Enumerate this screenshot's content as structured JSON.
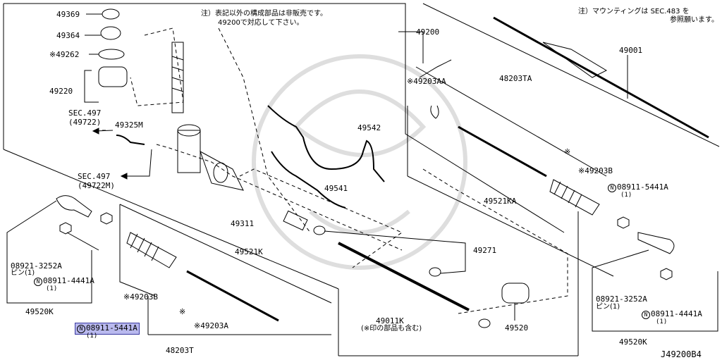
{
  "notes": {
    "note_left_1": "注）表記以外の構成部品は非販売です。",
    "note_left_2": "49200で対応して下さい。",
    "note_right_1": "注）マウンティングは SEC.483 を",
    "note_right_2": "参照願います。"
  },
  "labels": {
    "p49369": "49369",
    "p49364": "49364",
    "p49262": "※49262",
    "p49220": "49220",
    "sec497a": "SEC.497",
    "sec497a_sub": "(49722)",
    "p49325m": "49325M",
    "sec497b": "SEC.497",
    "sec497b_sub": "(49722M)",
    "p49200": "49200",
    "p49541": "49541",
    "p49542": "49542",
    "p49311": "49311",
    "p49521k": "49521K",
    "p49271": "49271",
    "p49011k": "49011K",
    "p49011k_sub": "(※印の部品も含む)",
    "p49520": "49520",
    "p49203b_l": "※49203B",
    "star_l": "※",
    "p49203a_l": "※49203A",
    "p48203t": "48203T",
    "p08921_l": "08921-3252A",
    "pin_l": "ピン(1)",
    "p08911_4441_l": "08911-4441A",
    "qty_4441_l": "(1)",
    "p49520k_l": "49520K",
    "p08911_5441_l": "08911-5441A",
    "qty_5441_l": "(1)",
    "p49001": "49001",
    "p49203aa": "※49203AA",
    "p48203ta": "48203TA",
    "star_r": "※",
    "p49203b_r": "※49203B",
    "p08911_5441_r": "08911-5441A",
    "qty_5441_r": "(1)",
    "p49521ka": "49521KA",
    "p08921_r": "08921-3252A",
    "pin_r": "ピン(1)",
    "p08911_4441_r": "08911-4441A",
    "qty_4441_r": "(1)",
    "p49520k_r": "49520K",
    "diagram_code": "J49200B4",
    "nut_symbol": "N"
  },
  "colors": {
    "line": "#000000",
    "highlight_fill": "#b9b9ee",
    "highlight_border": "#3a3aa0",
    "watermark": "#d9d9d9"
  }
}
